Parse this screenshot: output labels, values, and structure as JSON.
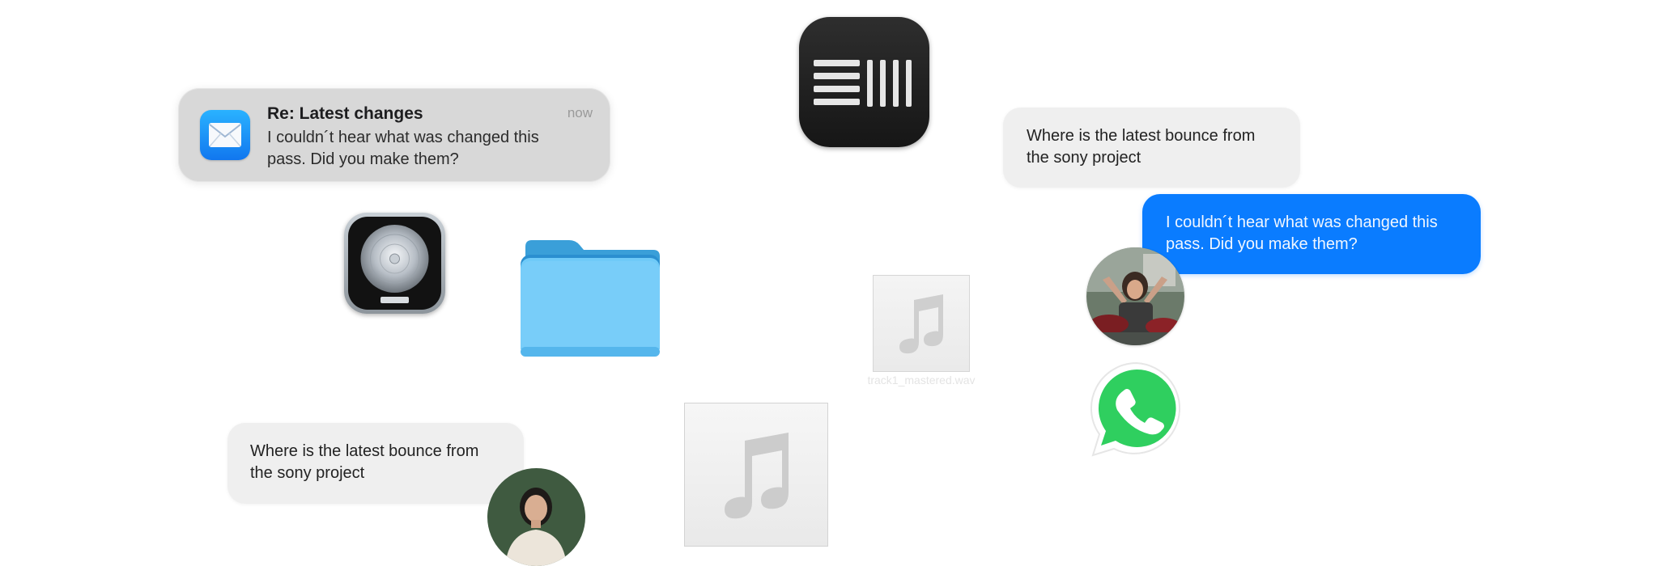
{
  "notification": {
    "app_icon": "mail-icon",
    "title": "Re: Latest changes",
    "time": "now",
    "body": "I couldn´t hear what was changed this pass. Did you make them?"
  },
  "chat": {
    "left_bubble": "Where is the latest bounce from the sony project",
    "right_gray_bubble": "Where is the latest bounce from the sony project",
    "right_blue_bubble": "I couldn´t hear what was changed this pass. Did you make them?"
  },
  "music_file_small": {
    "icon": "music-note-icon",
    "caption": "track1_mastered.wav"
  },
  "music_file_large": {
    "icon": "music-note-icon"
  },
  "app_icons": [
    "ableton-live-icon",
    "logic-pro-icon",
    "files-folder-icon",
    "whatsapp-icon"
  ],
  "avatars": [
    "avatar-drummer",
    "avatar-woman"
  ],
  "colors": {
    "imessage_blue": "#0a7cff",
    "bubble_gray": "#efefef",
    "notification_bg": "#d8d8d8",
    "whatsapp_green": "#25d366",
    "folder_blue": "#5ec2f6"
  }
}
